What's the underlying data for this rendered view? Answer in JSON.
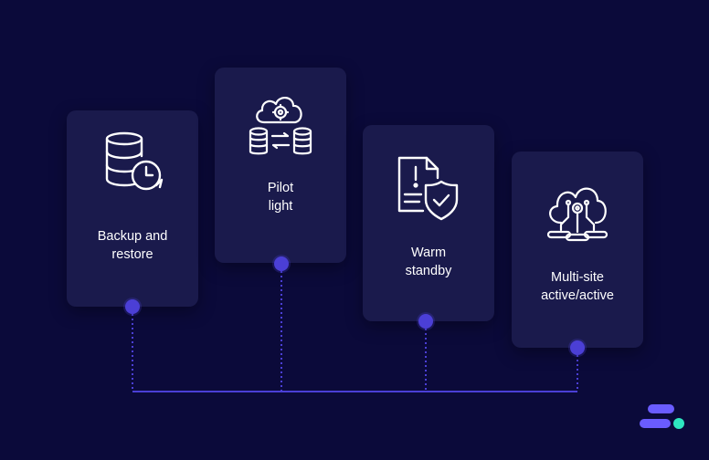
{
  "strategies": [
    {
      "label": "Backup and\nrestore",
      "icon": "database-backup-icon"
    },
    {
      "label": "Pilot\nlight",
      "icon": "cloud-database-sync-icon"
    },
    {
      "label": "Warm\nstandby",
      "icon": "document-shield-icon"
    },
    {
      "label": "Multi-site\nactive/active",
      "icon": "cloud-network-icon"
    }
  ],
  "colors": {
    "background": "#0b0a3a",
    "card": "#1a1a4c",
    "accent": "#4b3fd6",
    "logo_primary": "#6a5cff",
    "logo_secondary": "#2ee6c0"
  },
  "logo": {
    "icon": "brand-logo-icon"
  }
}
